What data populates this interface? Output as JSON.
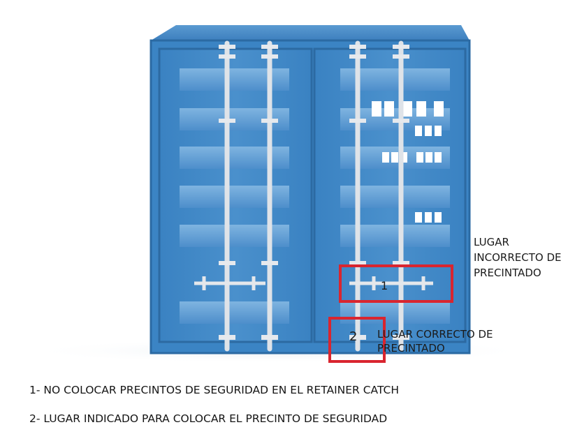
{
  "labels": {
    "incorrect_place": "LUGAR INCORRECTO DE PRECINTADO",
    "correct_place": "LUGAR CORRECTO DE PRECINTADO"
  },
  "markers": {
    "one": "1",
    "two": "2"
  },
  "notes": [
    "1- NO COLOCAR PRECINTOS DE SEGURIDAD EN EL RETAINER CATCH",
    "2- LUGAR INDICADO PARA COLOCAR EL PRECINTO DE SEGURIDAD"
  ],
  "colors": {
    "container_blue": "#3b84c4",
    "container_dark": "#2f6ea8",
    "rib_light": "#6aa6d8",
    "bar_color": "#d9dde2",
    "highlight_red": "#d9252f"
  }
}
